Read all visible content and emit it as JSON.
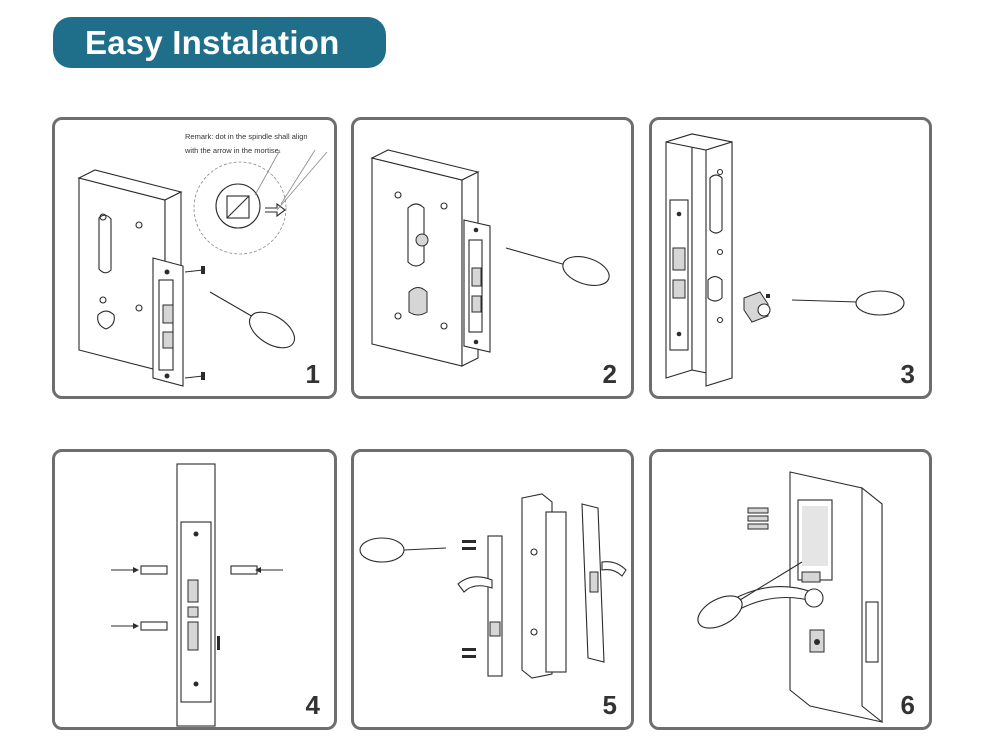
{
  "page": {
    "title": "Easy Instalation"
  },
  "steps": [
    {
      "number": "1",
      "remark_line1": "Remark: dot in the spindle shall align",
      "remark_line2": "with the arrow in the mortise."
    },
    {
      "number": "2"
    },
    {
      "number": "3"
    },
    {
      "number": "4"
    },
    {
      "number": "5"
    },
    {
      "number": "6"
    }
  ],
  "colors": {
    "title_bg": "#1f6f8b",
    "panel_border": "#6e6e6e",
    "line": "#2b2b2b"
  },
  "icons": [
    "screwdriver-icon",
    "lock-mortise-icon",
    "door-handle-icon",
    "arrow-icon"
  ]
}
